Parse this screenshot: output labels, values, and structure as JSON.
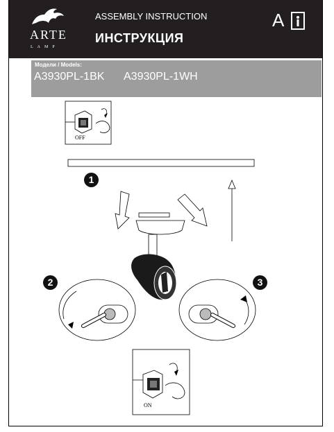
{
  "header": {
    "brand": "ARTE",
    "brand_sub": "LAMP",
    "assembly_title": "ASSEMBLY INSTRUCTION",
    "instruction_title_ru": "ИНСТРУКЦИЯ",
    "language_letter": "A"
  },
  "models": {
    "label": "Модели / Models:",
    "items": [
      "A3930PL-1BK",
      "A3930PL-1WH"
    ]
  },
  "switch_off": {
    "label": "OFF"
  },
  "switch_on": {
    "label": "ON"
  },
  "steps": [
    "1",
    "2",
    "3"
  ],
  "colors": {
    "header_bg": "#231f20",
    "models_bg": "#9d9d9d"
  }
}
